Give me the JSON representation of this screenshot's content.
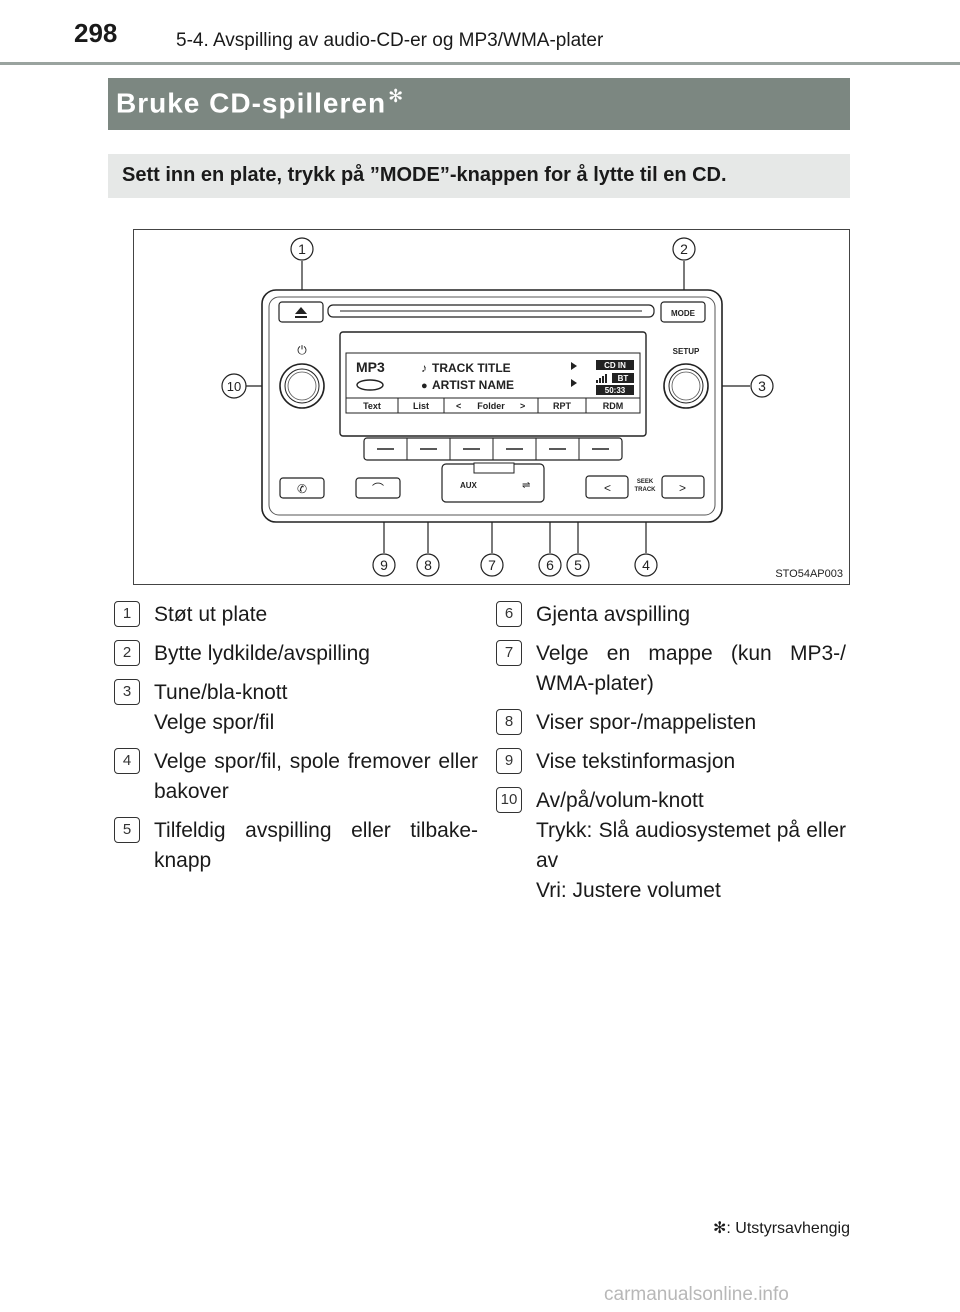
{
  "header": {
    "page_number": "298",
    "section": "5-4. Avspilling av audio-CD-er og MP3/WMA-plater"
  },
  "title": {
    "text": "Bruke CD-spilleren",
    "mark": "✻"
  },
  "intro": "Sett inn en plate, trykk på ”MODE”-knappen for å lytte til en CD.",
  "figure": {
    "code": "STO54AP003",
    "callouts": [
      "1",
      "2",
      "3",
      "4",
      "5",
      "6",
      "7",
      "8",
      "9",
      "10"
    ],
    "display": {
      "mode": "MP3",
      "track": "TRACK TITLE",
      "artist": "ARTIST NAME",
      "cd_in": "CD IN",
      "bt": "BT",
      "time": "50:33",
      "softkeys": [
        "Text",
        "List",
        "Folder",
        "RPT",
        "RDM"
      ]
    },
    "labels": {
      "mode_button": "MODE",
      "setup": "SETUP",
      "seek_track_1": "SEEK",
      "seek_track_2": "TRACK",
      "aux": "AUX"
    }
  },
  "items_left": [
    {
      "num": "1",
      "lines": [
        "Støt ut plate"
      ]
    },
    {
      "num": "2",
      "lines": [
        "Bytte lydkilde/avspilling"
      ]
    },
    {
      "num": "3",
      "lines": [
        "Tune/bla-knott",
        "Velge spor/fil"
      ]
    },
    {
      "num": "4",
      "lines": [
        "Velge spor/fil, spole fremover eller bakover"
      ]
    },
    {
      "num": "5",
      "lines": [
        "Tilfeldig avspilling eller tilbake-knapp"
      ]
    }
  ],
  "items_right": [
    {
      "num": "6",
      "lines": [
        "Gjenta avspilling"
      ]
    },
    {
      "num": "7",
      "lines": [
        "Velge en mappe (kun MP3-/ WMA-plater)"
      ]
    },
    {
      "num": "8",
      "lines": [
        "Viser spor-/mappelisten"
      ]
    },
    {
      "num": "9",
      "lines": [
        "Vise tekstinformasjon"
      ]
    },
    {
      "num": "10",
      "lines": [
        "Av/på/volum-knott",
        "Trykk: Slå audiosystemet på eller av",
        "Vri: Justere volumet"
      ]
    }
  ],
  "footnote": "✻: Utstyrsavhengig",
  "watermark": "carmanualsonline.info"
}
